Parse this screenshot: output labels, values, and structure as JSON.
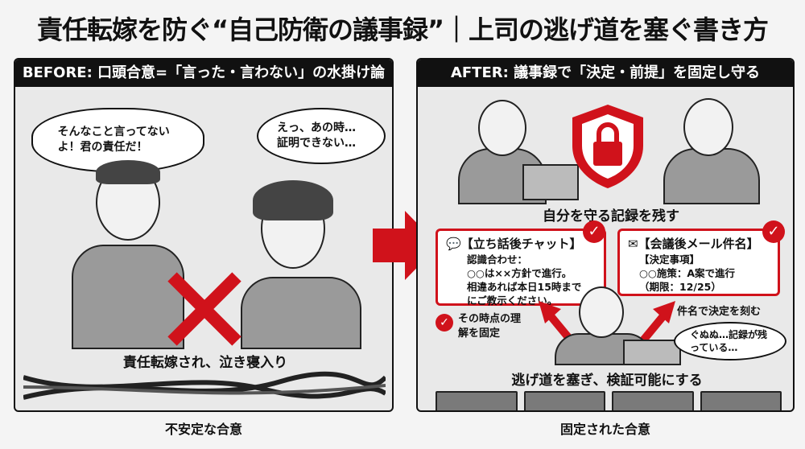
{
  "title": "責任転嫁を防ぐ“自己防衛の議事録”｜上司の逃げ道を塞ぐ書き方",
  "before": {
    "header": "BEFORE: 口頭合意=「言った・言わない」の水掛け論",
    "boss_bubble": "そんなこと言ってないよ！君の責任だ！",
    "worker_bubble": "えっ、あの時…証明できない…",
    "caption": "責任転嫁され、泣き寝入り",
    "footer": "不安定な合意"
  },
  "after": {
    "header": "AFTER: 議事録で「決定・前提」を固定し守る",
    "shield_caption": "自分を守る記録を残す",
    "chat_card": {
      "title": "【立ち話後チャット】",
      "lines": [
        "認識合わせ：",
        "○○は××方針で進行。",
        "相違あれば本日15時まで",
        "にご教示ください。"
      ]
    },
    "mail_card": {
      "title": "【会議後メール件名】",
      "lines": [
        "【決定事項】",
        "○○施策：A案で進行",
        "（期限：12/25）"
      ]
    },
    "chat_note": "その時点の理解を固定",
    "mail_note": "件名で決定を刻む",
    "boss_bubble": "ぐぬぬ…記録が残っている…",
    "caption": "逃げ道を塞ぎ、検証可能にする",
    "footer": "固定された合意"
  },
  "colors": {
    "accent": "#d0121b",
    "header_bg": "#111111"
  }
}
